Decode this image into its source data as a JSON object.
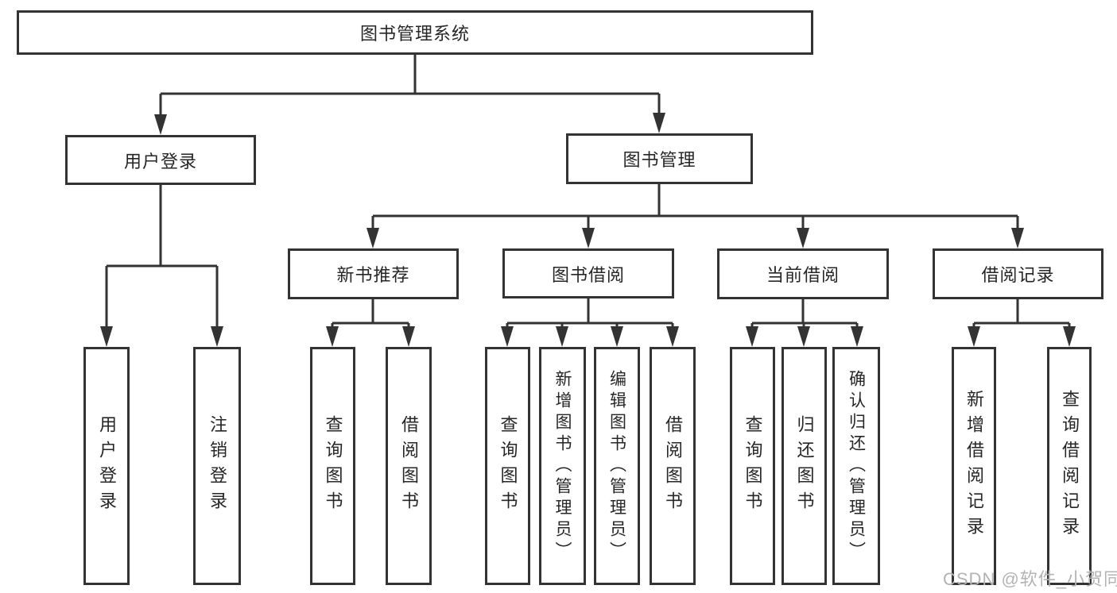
{
  "tree": {
    "root": "图书管理系统",
    "children": [
      {
        "label": "用户登录",
        "children": [
          {
            "label": "用户登录"
          },
          {
            "label": "注销登录"
          }
        ]
      },
      {
        "label": "图书管理",
        "children": [
          {
            "label": "新书推荐",
            "children": [
              {
                "label": "查询图书"
              },
              {
                "label": "借阅图书"
              }
            ]
          },
          {
            "label": "图书借阅",
            "children": [
              {
                "label": "查询图书"
              },
              {
                "label": "新增图书（管理员）"
              },
              {
                "label": "编辑图书（管理员）"
              },
              {
                "label": "借阅图书"
              }
            ]
          },
          {
            "label": "当前借阅",
            "children": [
              {
                "label": "查询图书"
              },
              {
                "label": "归还图书"
              },
              {
                "label": "确认归还（管理员）"
              }
            ]
          },
          {
            "label": "借阅记录",
            "children": [
              {
                "label": "新增借阅记录"
              },
              {
                "label": "查询借阅记录"
              }
            ]
          }
        ]
      }
    ]
  },
  "watermark": "CSDN @软件_小贺同学",
  "colors": {
    "line": "#333333",
    "text": "#262626",
    "watermark": "#b3b3b3",
    "background": "#ffffff"
  }
}
